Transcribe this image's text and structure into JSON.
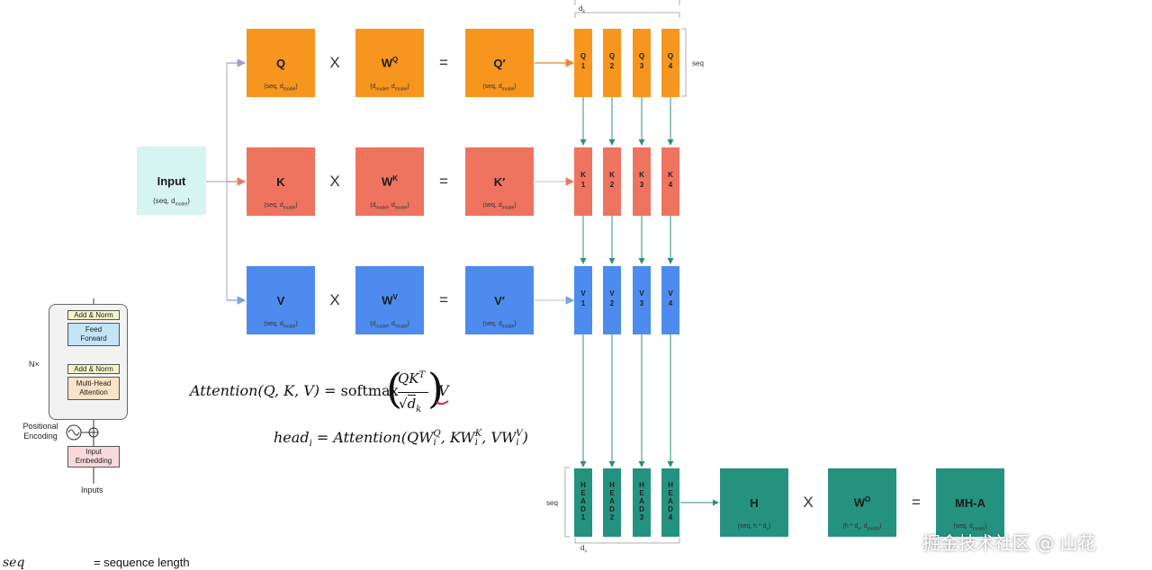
{
  "input": {
    "label": "Input",
    "dims": "(seq, d",
    "sub": "model",
    "close": ")"
  },
  "ops": {
    "times": "X",
    "equals": "="
  },
  "rows": [
    {
      "key": "q",
      "color": "#F7961E",
      "m": "Q",
      "w": "W",
      "w_sup": "Q",
      "p": "Q′",
      "m_dims": [
        "(seq, d",
        "model",
        ")"
      ],
      "w_dims": [
        "(d",
        "model",
        ", d",
        "model",
        ")"
      ],
      "p_dims": [
        "(seq, d",
        "model",
        ")"
      ],
      "splits": [
        [
          "Q",
          "1"
        ],
        [
          "Q",
          "2"
        ],
        [
          "Q",
          "3"
        ],
        [
          "Q",
          "4"
        ]
      ]
    },
    {
      "key": "k",
      "color": "#EE7460",
      "m": "K",
      "w": "W",
      "w_sup": "K",
      "p": "K′",
      "m_dims": [
        "(seq, d",
        "model",
        ")"
      ],
      "w_dims": [
        "(d",
        "model",
        ", d",
        "model",
        ")"
      ],
      "p_dims": [
        "(seq, d",
        "model",
        ")"
      ],
      "splits": [
        [
          "K",
          "1"
        ],
        [
          "K",
          "2"
        ],
        [
          "K",
          "3"
        ],
        [
          "K",
          "4"
        ]
      ]
    },
    {
      "key": "v",
      "color": "#4D8CEE",
      "m": "V",
      "w": "W",
      "w_sup": "V",
      "p": "V′",
      "m_dims": [
        "(seq, d",
        "model",
        ")"
      ],
      "w_dims": [
        "(d",
        "model",
        ", d",
        "model",
        ")"
      ],
      "p_dims": [
        "(seq, d",
        "model",
        ")"
      ],
      "splits": [
        [
          "V",
          "1"
        ],
        [
          "V",
          "2"
        ],
        [
          "V",
          "3"
        ],
        [
          "V",
          "4"
        ]
      ]
    }
  ],
  "labels": {
    "dk_top": "d",
    "dk_top_sub": "k",
    "seq_right": "seq",
    "seq_left": "seq",
    "dv_bottom": "d",
    "dv_bottom_sub": "v"
  },
  "heads": [
    {
      "letters": [
        "H",
        "E",
        "A",
        "D",
        "1"
      ]
    },
    {
      "letters": [
        "H",
        "E",
        "A",
        "D",
        "2"
      ]
    },
    {
      "letters": [
        "H",
        "E",
        "A",
        "D",
        "3"
      ]
    },
    {
      "letters": [
        "H",
        "E",
        "A",
        "D",
        "4"
      ]
    }
  ],
  "bottom_row": {
    "color": "#24927F",
    "h": {
      "label": "H",
      "dims": "(seq, h * d",
      "sub": "v",
      "close": ")"
    },
    "wo": {
      "label": "W",
      "sup": "O",
      "dims": "(h * d",
      "sub": "v",
      "mid": ", d",
      "sub2": "model",
      "close": ")"
    },
    "mha": {
      "label": "MH-A",
      "dims": "(seq, d",
      "sub": "model",
      "close": ")"
    }
  },
  "formulas": {
    "attention_lhs": "Attention(Q, K, V) = ",
    "softmax": "softmax",
    "num": "QK",
    "num_sup": "T",
    "den": "d",
    "den_sub": "k",
    "v": "V",
    "head_lhs": "head",
    "head_sub": "i",
    "head_rhs": " = Attention(QW",
    "head_q_sup": "Q",
    "head_i": "i",
    "head_k": ", KW",
    "head_k_sup": "K",
    "head_v": ", VW",
    "head_v_sup": "V",
    "head_close": ")"
  },
  "transformer": {
    "add_norm_top": "Add & Norm",
    "feed_forward": "Feed\nForward",
    "add_norm_bottom": "Add & Norm",
    "mha": "Multi-Head\nAttention",
    "nx": "N×",
    "pos_enc": "Positional\nEncoding",
    "embedding": "Input\nEmbedding",
    "inputs": "Inputs"
  },
  "legend": {
    "term": "seq",
    "definition": "= sequence length"
  },
  "watermark": "掘金技术社区 @ 山花"
}
